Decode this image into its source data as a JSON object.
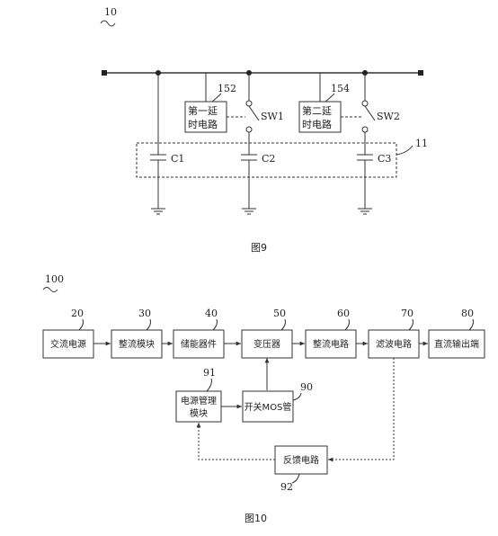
{
  "fig9": {
    "ref_main": "10",
    "delay1": {
      "ref": "152",
      "line1": "第一延",
      "line2": "时电路"
    },
    "delay2": {
      "ref": "154",
      "line1": "第二延",
      "line2": "时电路"
    },
    "switch1": "SW1",
    "switch2": "SW2",
    "cap1": "C1",
    "cap2": "C2",
    "cap3": "C3",
    "group_ref": "11",
    "caption": "图9"
  },
  "fig10": {
    "ref_main": "100",
    "blocks": [
      {
        "ref": "20",
        "label": "交流电源"
      },
      {
        "ref": "30",
        "label": "整流模块"
      },
      {
        "ref": "40",
        "label": "储能器件"
      },
      {
        "ref": "50",
        "label": "变压器"
      },
      {
        "ref": "60",
        "label": "整流电路"
      },
      {
        "ref": "70",
        "label": "滤波电路"
      },
      {
        "ref": "80",
        "label": "直流输出端"
      }
    ],
    "power_mgmt": {
      "ref": "91",
      "line1": "电源管理",
      "line2": "模块"
    },
    "mos": {
      "ref": "90",
      "label": "开关MOS管"
    },
    "feedback": {
      "ref": "92",
      "label": "反馈电路"
    },
    "caption": "图10"
  }
}
